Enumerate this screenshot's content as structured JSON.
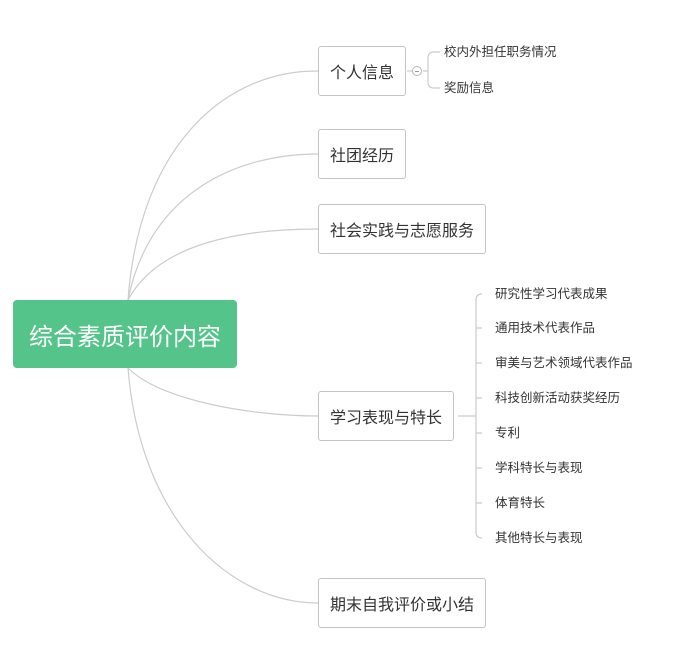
{
  "root": {
    "label": "综合素质评价内容"
  },
  "branches": [
    {
      "label": "个人信息",
      "children": [
        "校内外担任职务情况",
        "奖励信息"
      ]
    },
    {
      "label": "社团经历"
    },
    {
      "label": "社会实践与志愿服务"
    },
    {
      "label": "学习表现与特长",
      "children": [
        "研究性学习代表成果",
        "通用技术代表作品",
        "审美与艺术领域代表作品",
        "科技创新活动获奖经历",
        "专利",
        "学科特长与表现",
        "体育特长",
        "其他特长与表现"
      ]
    },
    {
      "label": "期末自我评价或小结"
    }
  ],
  "colors": {
    "root_fill": "#55c48a",
    "line": "#c8c8c8",
    "node_border": "#c4c4c4"
  }
}
